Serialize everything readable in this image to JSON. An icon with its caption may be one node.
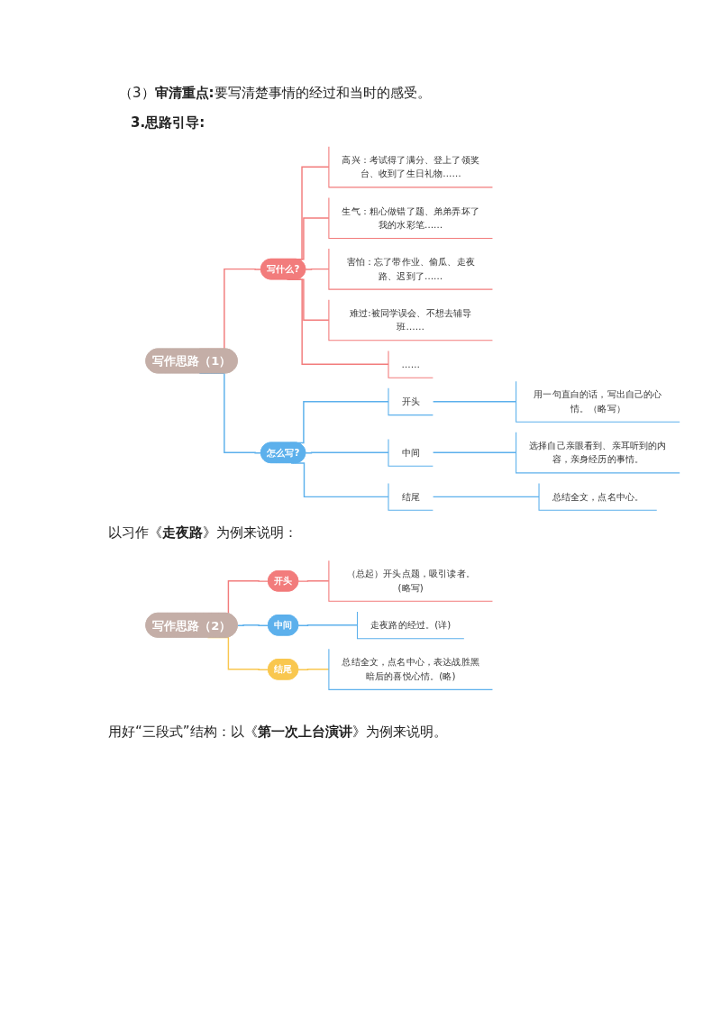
{
  "diagram": {
    "nodes": [
      {
        "text": [
          "写作思路（1）"
        ]
      },
      {
        "text": [
          "写什么?"
        ]
      },
      {
        "text": [
          "高兴：考试得了满分、登上了领奖台、收到了生日礼物……"
        ]
      },
      {
        "text": [
          "生气：粗心做错了题、弟弟弄坏了我的水彩笔……"
        ]
      },
      {
        "text": [
          "害怕：忘了带作业、偷瓜、走夜路、迟到了……"
        ]
      },
      {
        "text": [
          "难过:被同学误会、不想去辅导班……"
        ]
      },
      {
        "text": [
          "……"
        ]
      },
      {
        "text": [
          "怎么写?"
        ]
      },
      {
        "text": [
          "开头"
        ]
      },
      {
        "text": [
          "用一句直白的话，写出自己的心情。（略写）"
        ]
      },
      {
        "text": [
          "中间"
        ]
      },
      {
        "text": [
          "选择自己亲眼看到、亲耳听到的内容，亲身经历的事情。"
        ]
      },
      {
        "text": [
          "结尾"
        ]
      },
      {
        "text": [
          "总结全文，点名中心。"
        ]
      },
      {
        "text": [
          "写作思路（2）"
        ]
      },
      {
        "text": [
          "开头"
        ]
      },
      {
        "text": [
          "（总起）开头点题，吸引读者。(略写)"
        ]
      },
      {
        "text": [
          "中间"
        ]
      },
      {
        "text": [
          "走夜路的经过。(详)"
        ]
      },
      {
        "text": [
          "结尾"
        ]
      },
      {
        "text": [
          "总结全文，点名中心，表达战胜黑暗后的喜悦心情。(略)"
        ]
      }
    ],
    "edges": [
      {
        "from": 0,
        "to": 1,
        "arrow": "none",
        "color": "#f27c7c"
      },
      {
        "from": 1,
        "to": 2,
        "arrow": "none",
        "color": "#f27c7c"
      },
      {
        "from": 1,
        "to": 3,
        "arrow": "none",
        "color": "#f27c7c"
      },
      {
        "from": 1,
        "to": 4,
        "arrow": "none",
        "color": "#f27c7c"
      },
      {
        "from": 1,
        "to": 5,
        "arrow": "none",
        "color": "#f27c7c"
      },
      {
        "from": 1,
        "to": 6,
        "arrow": "none",
        "color": "#f27c7c"
      },
      {
        "from": 0,
        "to": 7,
        "arrow": "none",
        "color": "#5cb0ec"
      },
      {
        "from": 7,
        "to": 8,
        "arrow": "none",
        "color": "#5cb0ec"
      },
      {
        "from": 8,
        "to": 9,
        "arrow": "none",
        "color": "#5cb0ec"
      },
      {
        "from": 7,
        "to": 10,
        "arrow": "none",
        "color": "#5cb0ec"
      },
      {
        "from": 10,
        "to": 11,
        "arrow": "none",
        "color": "#5cb0ec"
      },
      {
        "from": 7,
        "to": 12,
        "arrow": "none",
        "color": "#5cb0ec"
      },
      {
        "from": 12,
        "to": 13,
        "arrow": "none",
        "color": "#5cb0ec"
      },
      {
        "from": 14,
        "to": 15,
        "arrow": "none",
        "color": "#f27c7c"
      },
      {
        "from": 15,
        "to": 16,
        "arrow": "none",
        "color": "#f27c7c"
      },
      {
        "from": 14,
        "to": 17,
        "arrow": "none",
        "color": "#5cb0ec"
      },
      {
        "from": 17,
        "to": 18,
        "arrow": "none",
        "color": "#5cb0ec"
      },
      {
        "from": 14,
        "to": 19,
        "arrow": "none",
        "color": "#f9c74f"
      },
      {
        "from": 19,
        "to": 20,
        "arrow": "none",
        "color": "#f9c74f"
      }
    ],
    "labels": [
      "（3）**审清重点:**要写清楚事情的经过和当时的感受。",
      "3.思路引导:",
      "以习作《**走夜路**》为例来说明：",
      "用好“三段式”结构：以《**第一次上台演讲**》为例来说明。"
    ]
  }
}
